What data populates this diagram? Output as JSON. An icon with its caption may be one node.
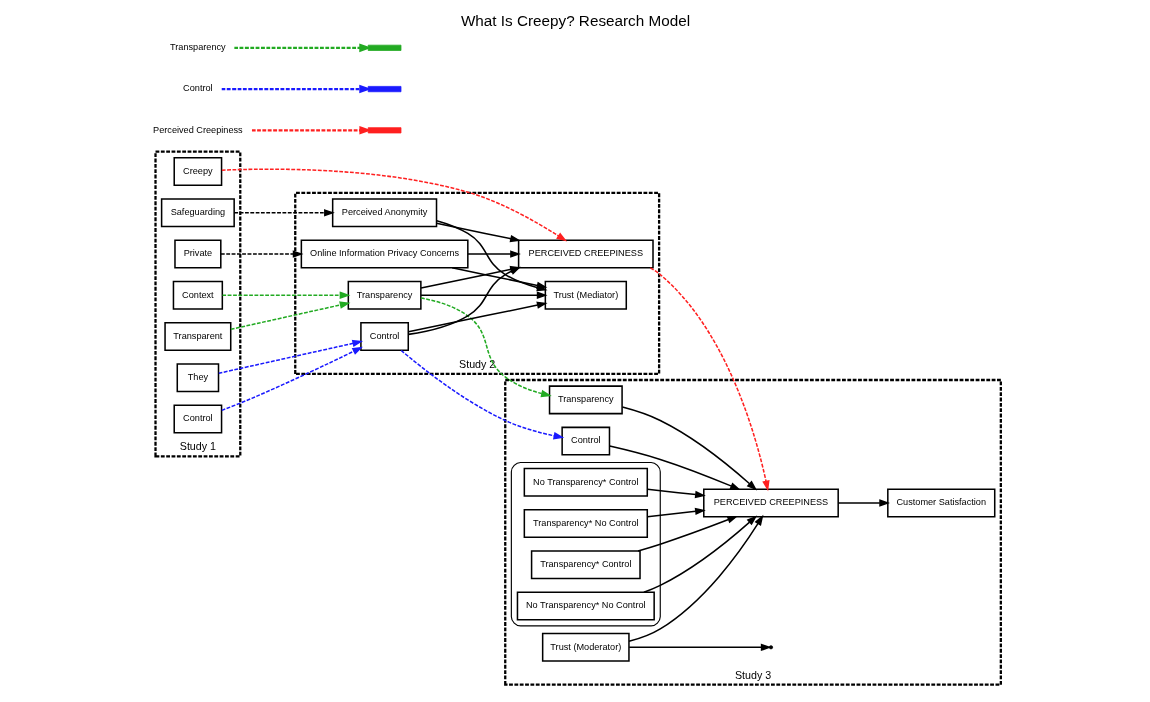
{
  "diagram": {
    "title": "What Is Creepy? Research Model",
    "nodes": [
      {
        "text": [
          "Study 1"
        ]
      },
      {
        "text": [
          "Control"
        ],
        "in": 0
      },
      {
        "text": [
          "Context"
        ],
        "in": 0
      },
      {
        "text": [
          "Creepy"
        ],
        "in": 0
      },
      {
        "text": [
          "Private"
        ],
        "in": 0
      },
      {
        "text": [
          "They"
        ],
        "in": 0
      },
      {
        "text": [
          "Transparent"
        ],
        "in": 0
      },
      {
        "text": [
          "Safeguarding"
        ],
        "in": 0
      },
      {
        "text": [
          "Study 2"
        ]
      },
      {
        "text": [
          "Online Information Privacy Concerns"
        ],
        "in": 8
      },
      {
        "text": [
          "Perceived Anonymity"
        ],
        "in": 8
      },
      {
        "text": [
          "Transparency"
        ],
        "in": 8
      },
      {
        "text": [
          "Control"
        ],
        "in": 8
      },
      {
        "text": [
          "Trust (Mediator)"
        ],
        "in": 8
      },
      {
        "text": [
          "PERCEIVED CREEPINESS"
        ],
        "in": 8
      },
      {
        "text": [
          "Study 3"
        ]
      },
      {
        "text": [
          "Control"
        ],
        "in": 15
      },
      {
        "text": [
          "Transparency"
        ],
        "in": 15
      },
      {
        "text": [],
        "shape": "box",
        "in": 15
      },
      {
        "text": [
          "No Transparency* No Control"
        ],
        "in": 18
      },
      {
        "text": [
          "No Transparency* Control"
        ],
        "in": 18
      },
      {
        "text": [
          "Transparency* No Control"
        ],
        "in": 18
      },
      {
        "text": [
          "Transparency* Control"
        ],
        "in": 18
      },
      {
        "text": [
          "Trust (Moderator)"
        ],
        "in": 15
      },
      {
        "text": [
          "PERCEIVED CREEPINESS"
        ],
        "in": 15
      },
      {
        "text": [
          "Customer Satisfaction"
        ],
        "in": 15
      }
    ],
    "edges": [
      {
        "from": 1,
        "to": 12,
        "arrow": "to",
        "style": "dashed",
        "color": "#1a1aff"
      },
      {
        "from": 2,
        "to": 11,
        "arrow": "to",
        "style": "dashed",
        "color": "#22aa22"
      },
      {
        "from": 3,
        "to": 14,
        "arrow": "to",
        "style": "dashed",
        "color": "#ff2020"
      },
      {
        "from": 4,
        "to": 9,
        "arrow": "to",
        "style": "dashed"
      },
      {
        "from": 5,
        "to": 12,
        "arrow": "to",
        "style": "dashed",
        "color": "#1a1aff"
      },
      {
        "from": 6,
        "to": 11,
        "arrow": "to",
        "style": "dashed",
        "color": "#22aa22"
      },
      {
        "from": 7,
        "to": 10,
        "arrow": "to",
        "style": "dashed"
      },
      {
        "from": 9,
        "to": 13,
        "arrow": "to"
      },
      {
        "from": 9,
        "to": 14,
        "arrow": "to"
      },
      {
        "from": 10,
        "to": 13,
        "arrow": "to"
      },
      {
        "from": 10,
        "to": 14,
        "arrow": "to"
      },
      {
        "from": 11,
        "to": 13,
        "arrow": "to"
      },
      {
        "from": 11,
        "to": 14,
        "arrow": "to"
      },
      {
        "from": 12,
        "to": 13,
        "arrow": "to"
      },
      {
        "from": 12,
        "to": 14,
        "arrow": "to"
      },
      {
        "from": 14,
        "to": 24,
        "arrow": "to",
        "style": "dashed",
        "color": "#ff2020"
      },
      {
        "from": 11,
        "to": 17,
        "arrow": "to",
        "style": "dashed",
        "color": "#22aa22"
      },
      {
        "from": 12,
        "to": 16,
        "arrow": "to",
        "style": "dashed",
        "color": "#1a1aff"
      },
      {
        "from": 16,
        "to": 24,
        "arrow": "to"
      },
      {
        "from": 17,
        "to": 24,
        "arrow": "to"
      },
      {
        "from": 23,
        "to": 24,
        "arrow": "to"
      },
      {
        "from": 23,
        "to": null,
        "arrow": "to"
      },
      {
        "from": 19,
        "to": 24,
        "arrow": "to"
      },
      {
        "from": 20,
        "to": 24,
        "arrow": "to"
      },
      {
        "from": 21,
        "to": 24,
        "arrow": "to"
      },
      {
        "from": 22,
        "to": 24,
        "arrow": "to"
      },
      {
        "from": 24,
        "to": 25,
        "arrow": "to"
      }
    ],
    "legend": [
      {
        "text": "Transparency",
        "color": "#22aa22"
      },
      {
        "text": "Control",
        "color": "#1a1aff"
      },
      {
        "text": "Perceived Creepiness",
        "color": "#ff2020"
      }
    ]
  }
}
